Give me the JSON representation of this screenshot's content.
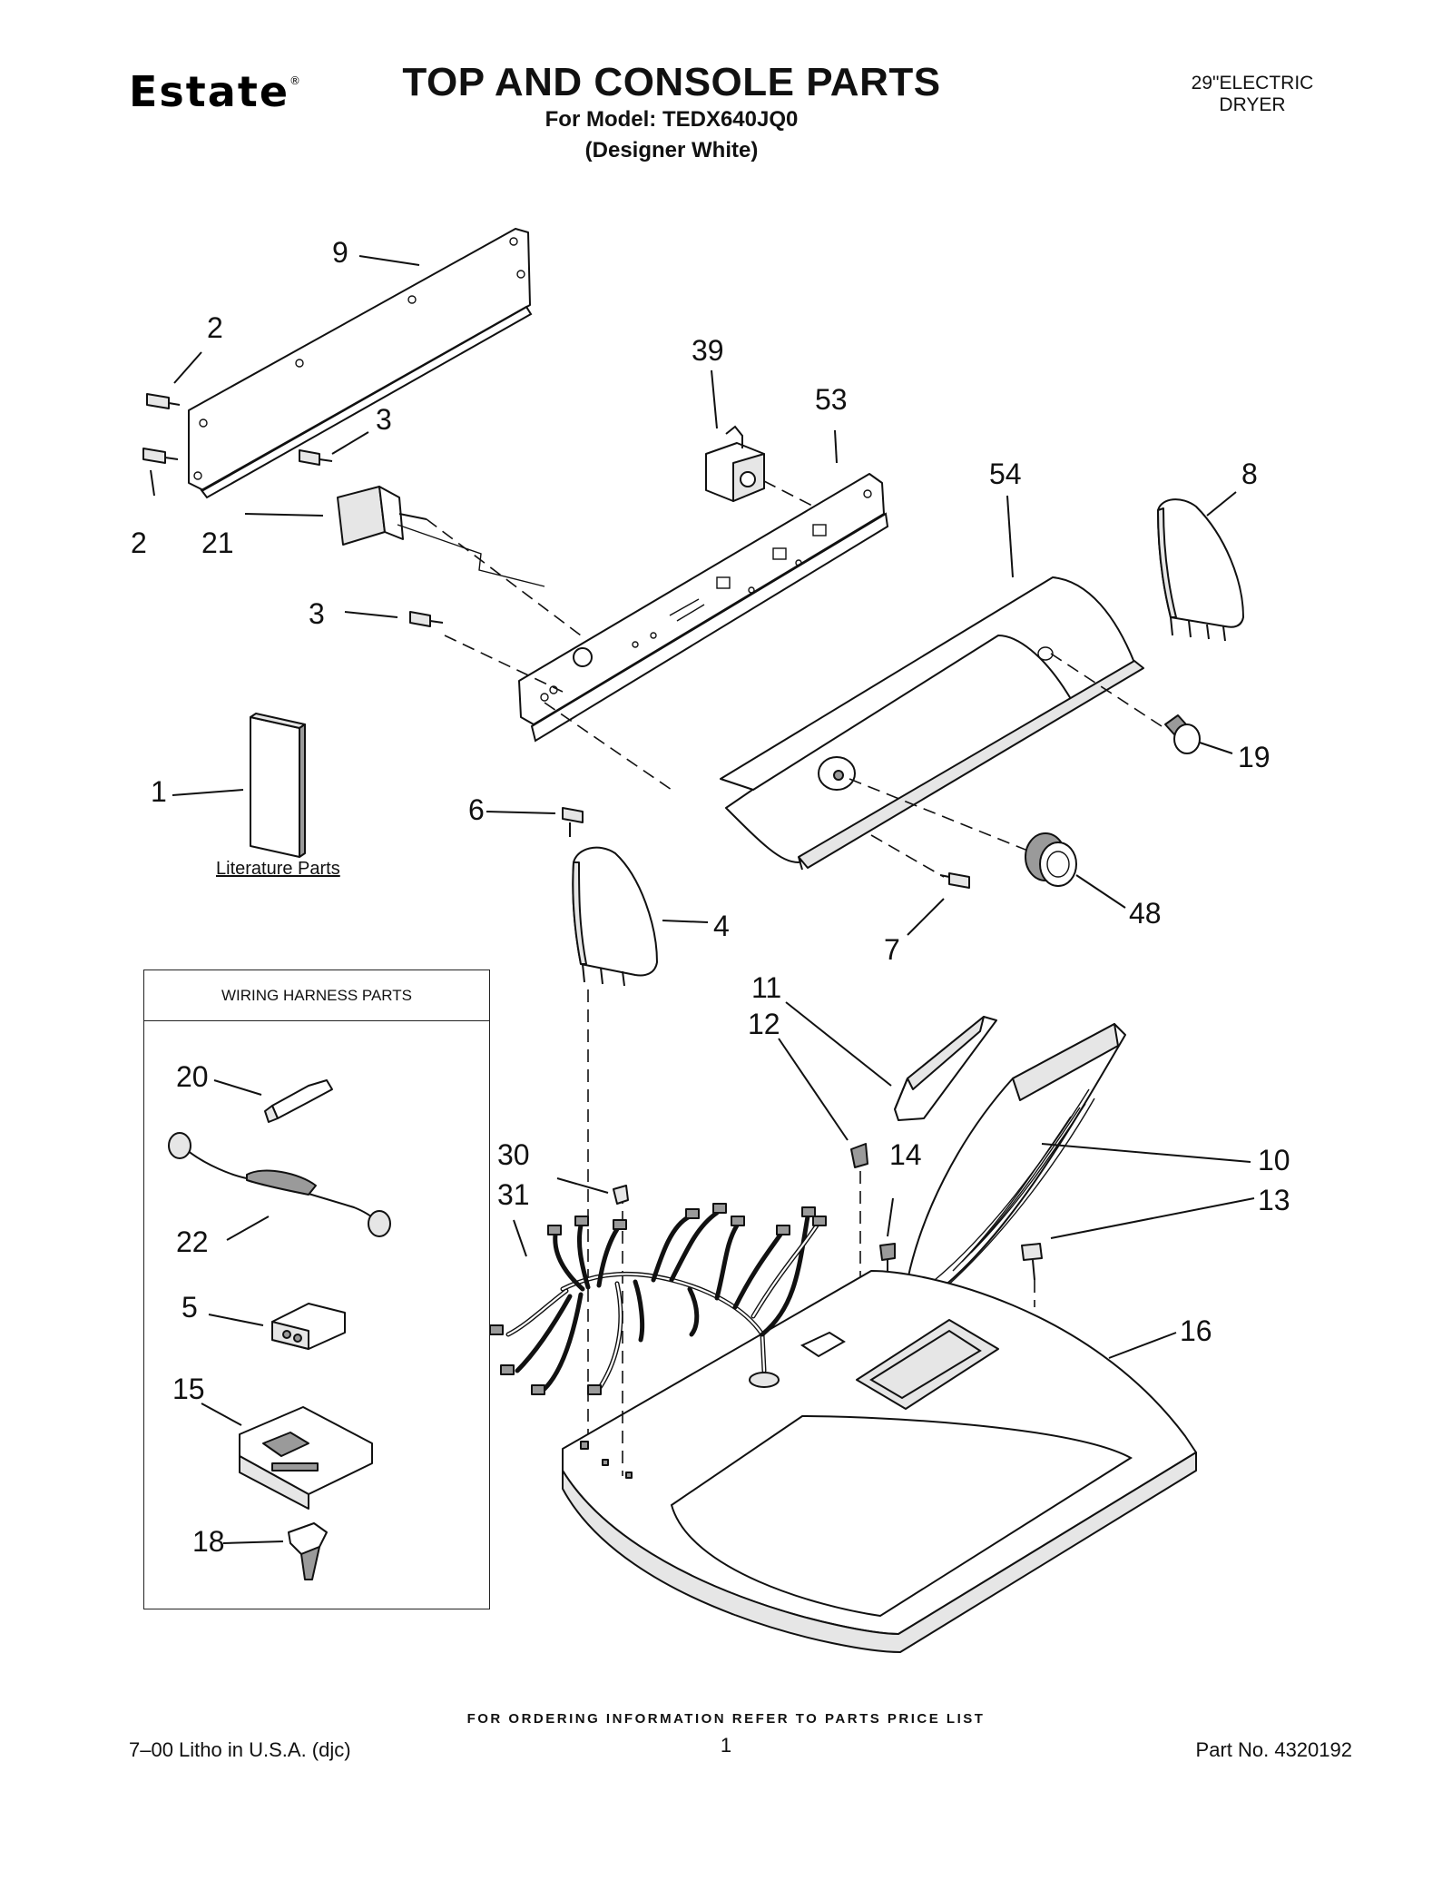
{
  "header": {
    "brand": "Estate",
    "brand_mark": "®",
    "title": "TOP AND CONSOLE PARTS",
    "model_line": "For Model: TEDX640JQ0",
    "color_line": "(Designer White)",
    "dryer_type_line1": "29\"ELECTRIC",
    "dryer_type_line2": "DRYER"
  },
  "callouts": {
    "c1": "1",
    "c2a": "2",
    "c2b": "2",
    "c3a": "3",
    "c3b": "3",
    "c4": "4",
    "c5": "5",
    "c6": "6",
    "c7": "7",
    "c8": "8",
    "c9": "9",
    "c10": "10",
    "c11": "11",
    "c12": "12",
    "c13": "13",
    "c14": "14",
    "c15": "15",
    "c16": "16",
    "c18": "18",
    "c19": "19",
    "c20": "20",
    "c21": "21",
    "c22": "22",
    "c30": "30",
    "c31": "31",
    "c39": "39",
    "c48": "48",
    "c53": "53",
    "c54": "54"
  },
  "literature_label": "Literature Parts",
  "harness_box_title": "WIRING HARNESS PARTS",
  "footer": {
    "ordering_info": "FOR ORDERING INFORMATION REFER TO PARTS PRICE LIST",
    "litho": "7–00 Litho in U.S.A. (djc)",
    "page_number": "1",
    "part_number": "Part No. 4320192"
  }
}
